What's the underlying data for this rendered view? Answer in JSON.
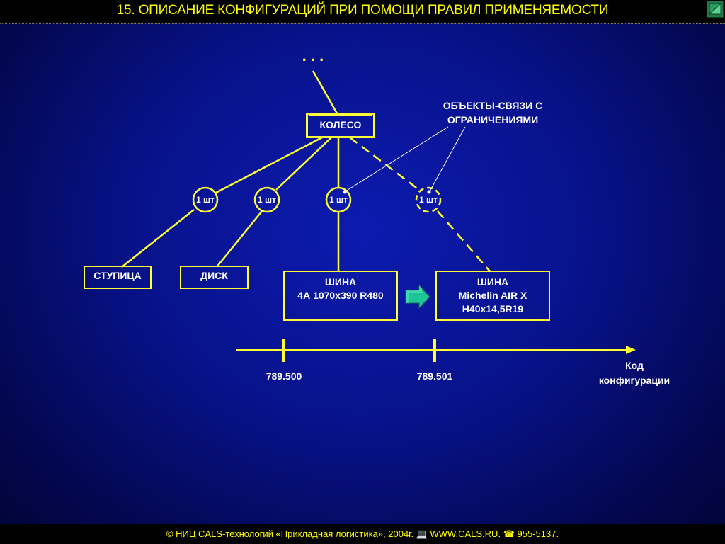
{
  "header": {
    "title": "15. ОПИСАНИЕ КОНФИГУРАЦИЙ ПРИ ПОМОЩИ ПРАВИЛ ПРИМЕНЯЕМОСТИ",
    "nav_icon": "nav-back-icon"
  },
  "diagram": {
    "ellipsis": ". . .",
    "root": "КОЛЕСО",
    "callout_line1": "ОБЪЕКТЫ-СВЯЗИ С",
    "callout_line2": "ОГРАНИЧЕНИЯМИ",
    "qty": [
      "1 шт",
      "1 шт",
      "1 шт",
      "1 шт"
    ],
    "parts": {
      "hub": "СТУПИЦА",
      "disc": "ДИСК",
      "tire1_line1": "ШИНА",
      "tire1_line2": "4А 1070х390 R480",
      "tire2_line1": "ШИНА",
      "tire2_line2": "Michelin AIR X",
      "tire2_line3": "H40x14,5R19"
    },
    "axis": {
      "tick1": "789.500",
      "tick2": "789.501",
      "label_line1": "Код",
      "label_line2": "конфигурации"
    },
    "colors": {
      "line": "#ffff33",
      "callout": "#ffffff",
      "arrow": "#1fc497"
    }
  },
  "footer": {
    "copyright": "© НИЦ CALS-технологий «Прикладная логистика», 2004г.",
    "link": "WWW.CALS.RU",
    "phone": "955-5137."
  }
}
